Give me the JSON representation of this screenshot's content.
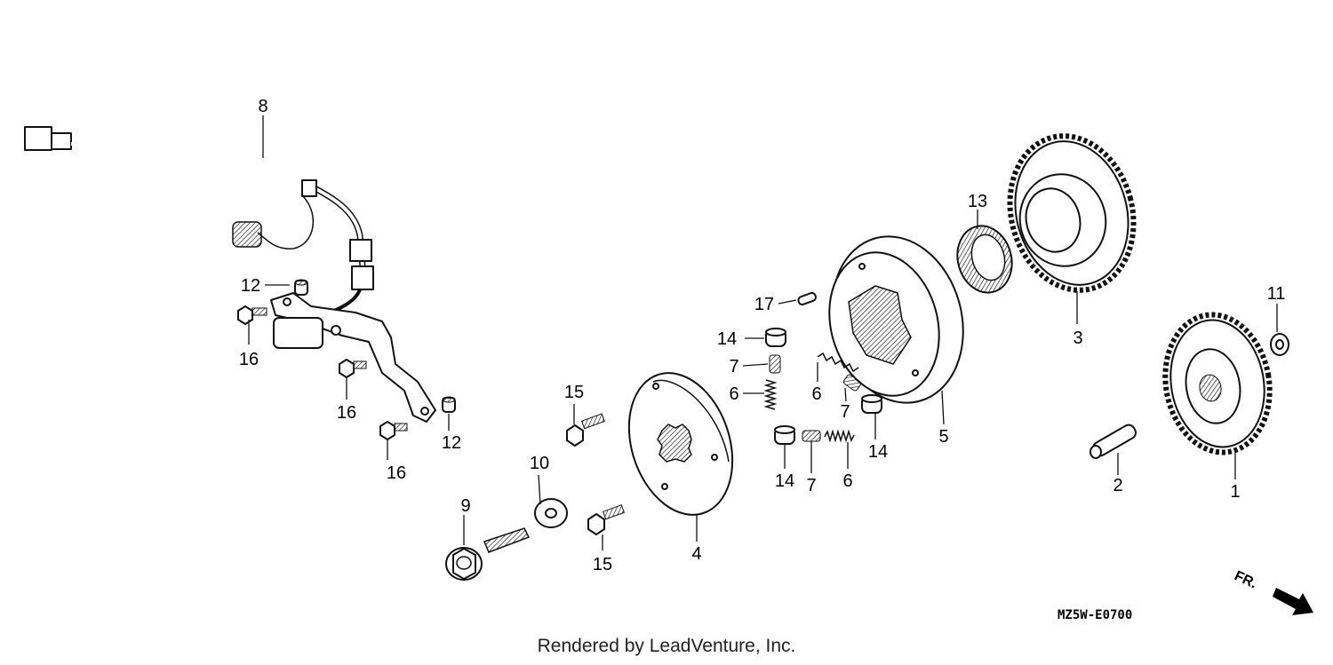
{
  "diagram": {
    "part_numbers": [
      "1",
      "2",
      "3",
      "4",
      "5",
      "6",
      "6",
      "6",
      "7",
      "7",
      "7",
      "8",
      "9",
      "10",
      "11",
      "12",
      "12",
      "13",
      "14",
      "14",
      "14",
      "15",
      "15",
      "16",
      "16",
      "16",
      "17"
    ],
    "labels": {
      "l1": "1",
      "l2": "2",
      "l3": "3",
      "l4": "4",
      "l5": "5",
      "l6a": "6",
      "l6b": "6",
      "l6c": "6",
      "l7a": "7",
      "l7b": "7",
      "l7c": "7",
      "l8": "8",
      "l9": "9",
      "l10": "10",
      "l11": "11",
      "l12a": "12",
      "l12b": "12",
      "l13": "13",
      "l14a": "14",
      "l14b": "14",
      "l14c": "14",
      "l15a": "15",
      "l15b": "15",
      "l16a": "16",
      "l16b": "16",
      "l16c": "16",
      "l17": "17"
    },
    "direction_label": "FR.",
    "diagram_code": "MZ5W-E0700"
  },
  "footer": {
    "credit": "Rendered by LeadVenture, Inc."
  }
}
